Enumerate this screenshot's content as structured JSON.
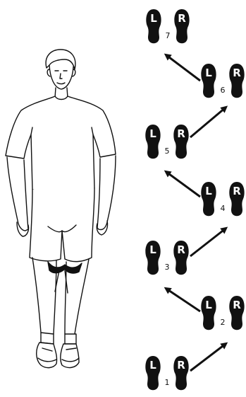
{
  "colors": {
    "ink": "#111111",
    "paper": "#ffffff"
  },
  "figure": {
    "icon": "walking-man-with-tied-knees"
  },
  "steps": [
    {
      "number": "1",
      "left_label": "L",
      "right_label": "R"
    },
    {
      "number": "2",
      "left_label": "L",
      "right_label": "R"
    },
    {
      "number": "3",
      "left_label": "L",
      "right_label": "R"
    },
    {
      "number": "4",
      "left_label": "L",
      "right_label": "R"
    },
    {
      "number": "5",
      "left_label": "L",
      "right_label": "R"
    },
    {
      "number": "6",
      "left_label": "L",
      "right_label": "R"
    },
    {
      "number": "7",
      "left_label": "L",
      "right_label": "R"
    }
  ]
}
